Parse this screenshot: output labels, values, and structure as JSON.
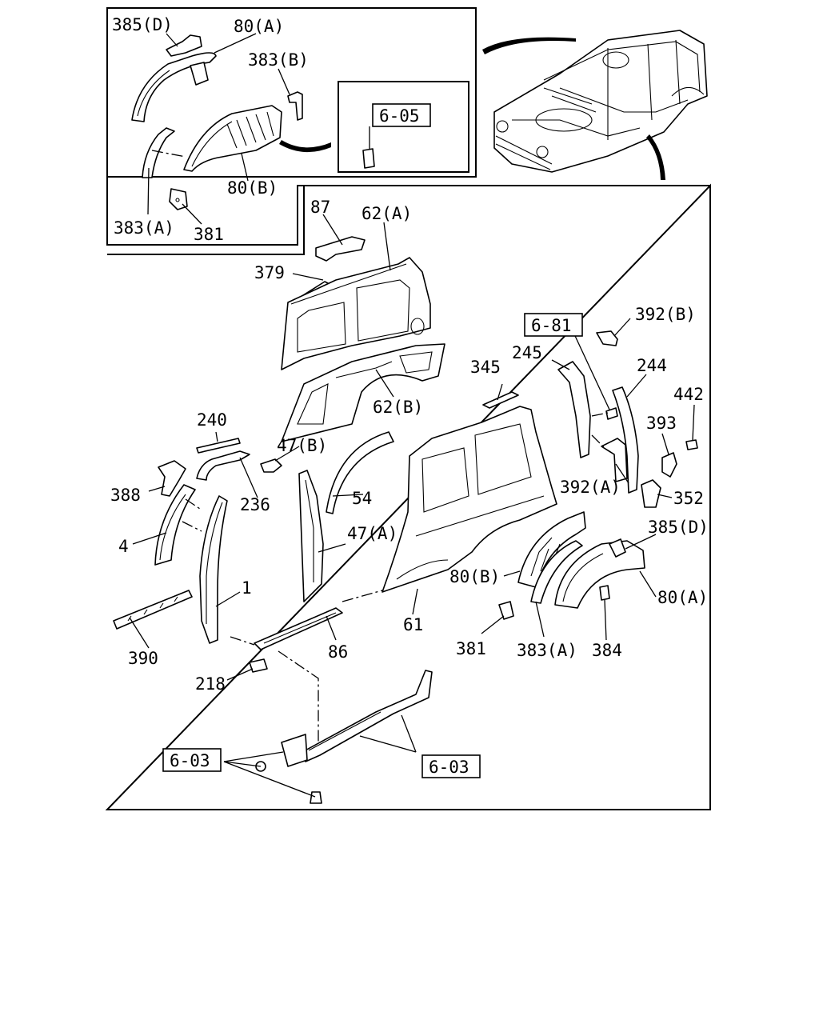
{
  "inset": {
    "labels": {
      "p385d": "385(D)",
      "p80a": "80(A)",
      "p383b": "383(B)",
      "p383a": "383(A)",
      "p80b": "80(B)",
      "p381": "381"
    },
    "ref_605": "6-05"
  },
  "main": {
    "labels": {
      "p87": "87",
      "p62a": "62(A)",
      "p379": "379",
      "p62b": "62(B)",
      "p240": "240",
      "p47b": "47(B)",
      "p388": "388",
      "p236": "236",
      "p54": "54",
      "p4": "4",
      "p47a": "47(A)",
      "p1": "1",
      "p390": "390",
      "p86": "86",
      "p218": "218",
      "p61": "61",
      "p345": "345",
      "p245": "245",
      "p392b": "392(B)",
      "p244": "244",
      "p442": "442",
      "p393": "393",
      "p392a": "392(A)",
      "p352": "352",
      "p385d": "385(D)",
      "p80b": "80(B)",
      "p80a": "80(A)",
      "p381": "381",
      "p383a": "383(A)",
      "p384": "384"
    },
    "refs": {
      "r681": "6-81",
      "r603_left": "6-03",
      "r603_right": "6-03"
    }
  }
}
